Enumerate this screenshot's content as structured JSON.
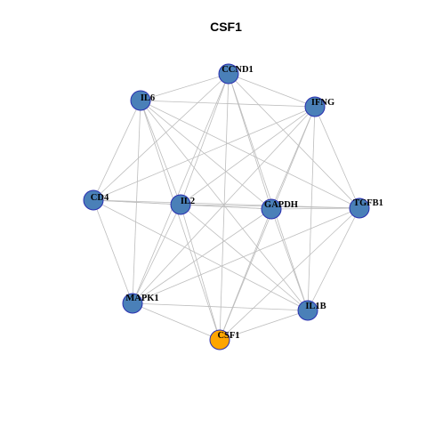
{
  "title": "CSF1",
  "colors": {
    "node": "#4a80b8",
    "highlight": "#ffa500",
    "node_border": "#2a2fb0",
    "edge": "#bdbdbd"
  },
  "nodes": [
    {
      "id": "CCND1",
      "label": "CCND1"
    },
    {
      "id": "IFNG",
      "label": "IFNG"
    },
    {
      "id": "IL6",
      "label": "IL6"
    },
    {
      "id": "CD4",
      "label": "CD4"
    },
    {
      "id": "IL2",
      "label": "IL2"
    },
    {
      "id": "GAPDH",
      "label": "GAPDH"
    },
    {
      "id": "TGFB1",
      "label": "TGFB1"
    },
    {
      "id": "MAPK1",
      "label": "MAPK1"
    },
    {
      "id": "IL1B",
      "label": "IL1B"
    },
    {
      "id": "CSF1",
      "label": "CSF1",
      "highlight": true
    }
  ],
  "edges": [
    [
      "CCND1",
      "IL6"
    ],
    [
      "CCND1",
      "IFNG"
    ],
    [
      "CCND1",
      "TGFB1"
    ],
    [
      "CCND1",
      "IL2"
    ],
    [
      "CCND1",
      "GAPDH"
    ],
    [
      "CCND1",
      "IL1B"
    ],
    [
      "CCND1",
      "CSF1"
    ],
    [
      "CCND1",
      "CD4"
    ],
    [
      "CCND1",
      "MAPK1"
    ],
    [
      "IL6",
      "IFNG"
    ],
    [
      "IL6",
      "CD4"
    ],
    [
      "IL6",
      "IL2"
    ],
    [
      "IL6",
      "GAPDH"
    ],
    [
      "IL6",
      "TGFB1"
    ],
    [
      "IL6",
      "MAPK1"
    ],
    [
      "IL6",
      "IL1B"
    ],
    [
      "IL6",
      "CSF1"
    ],
    [
      "IFNG",
      "CD4"
    ],
    [
      "IFNG",
      "IL2"
    ],
    [
      "IFNG",
      "GAPDH"
    ],
    [
      "IFNG",
      "TGFB1"
    ],
    [
      "IFNG",
      "MAPK1"
    ],
    [
      "IFNG",
      "IL1B"
    ],
    [
      "IFNG",
      "CSF1"
    ],
    [
      "CD4",
      "IL2"
    ],
    [
      "CD4",
      "GAPDH"
    ],
    [
      "CD4",
      "TGFB1"
    ],
    [
      "CD4",
      "MAPK1"
    ],
    [
      "CD4",
      "IL1B"
    ],
    [
      "IL2",
      "GAPDH"
    ],
    [
      "IL2",
      "TGFB1"
    ],
    [
      "IL2",
      "MAPK1"
    ],
    [
      "IL2",
      "IL1B"
    ],
    [
      "IL2",
      "CSF1"
    ],
    [
      "GAPDH",
      "TGFB1"
    ],
    [
      "GAPDH",
      "MAPK1"
    ],
    [
      "GAPDH",
      "IL1B"
    ],
    [
      "GAPDH",
      "CSF1"
    ],
    [
      "TGFB1",
      "MAPK1"
    ],
    [
      "TGFB1",
      "IL1B"
    ],
    [
      "TGFB1",
      "CSF1"
    ],
    [
      "MAPK1",
      "IL1B"
    ],
    [
      "MAPK1",
      "CSF1"
    ],
    [
      "IL1B",
      "CSF1"
    ]
  ]
}
